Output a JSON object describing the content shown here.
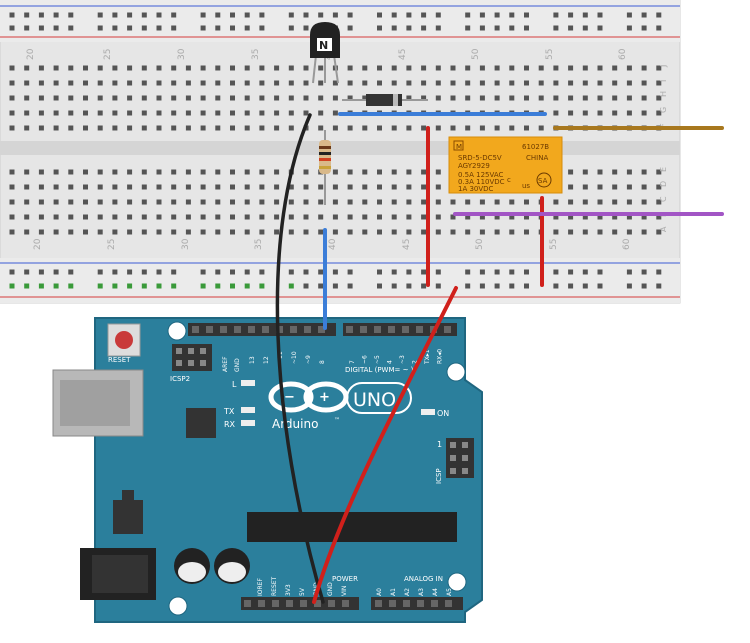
{
  "breadboard": {
    "column_numbers": [
      "20",
      "25",
      "30",
      "35",
      "40",
      "45",
      "50",
      "55",
      "60"
    ],
    "row_letters_top": [
      "J",
      "I",
      "H",
      "G",
      "F"
    ],
    "row_letters_bottom": [
      "E",
      "D",
      "C",
      "B",
      "A"
    ]
  },
  "transistor": {
    "label": "N"
  },
  "relay": {
    "logo": "M",
    "code": "61027B",
    "model": "SRD-5-DC5V",
    "id": "AGY2929",
    "country": "CHINA",
    "rating_1": "0.5A 125VAC",
    "rating_2": "0.3A 110VDC",
    "rating_3": "1A   30VDC",
    "cert": "c",
    "cert2": "us",
    "sa": "SA"
  },
  "arduino": {
    "reset_label": "RESET",
    "icsp2_label": "ICSP2",
    "aref_label": "AREF",
    "gnd_label": "GND",
    "digital_header_labels": [
      "13",
      "12",
      "~11",
      "~10",
      "~9",
      "8",
      "7",
      "~6",
      "~5",
      "4",
      "~3",
      "2",
      "TX▸1",
      "RX◂0"
    ],
    "digital_label": "DIGITAL (PWM= ~ )",
    "led_l": "L",
    "led_tx": "TX",
    "led_rx": "RX",
    "brand": "Arduino",
    "model": "UNO",
    "on_label": "ON",
    "icsp_label": "ICSP",
    "icsp_pin1": "1",
    "power_label": "POWER",
    "analog_label": "ANALOG IN",
    "power_pins": [
      "IOREF",
      "RESET",
      "3V3",
      "5V",
      "GND",
      "GND",
      "VIN"
    ],
    "analog_pins": [
      "A0",
      "A1",
      "A2",
      "A3",
      "A4",
      "A5"
    ]
  },
  "colors": {
    "board_blue": "#2b7f9c",
    "breadboard": "#e8e8e8",
    "relay_body": "#f2a81d",
    "wire_red": "#d0201b",
    "wire_black": "#222222",
    "wire_blue": "#3b7dd8",
    "wire_brown": "#a8781e",
    "wire_purple": "#a255c5",
    "diode": "#333333"
  }
}
